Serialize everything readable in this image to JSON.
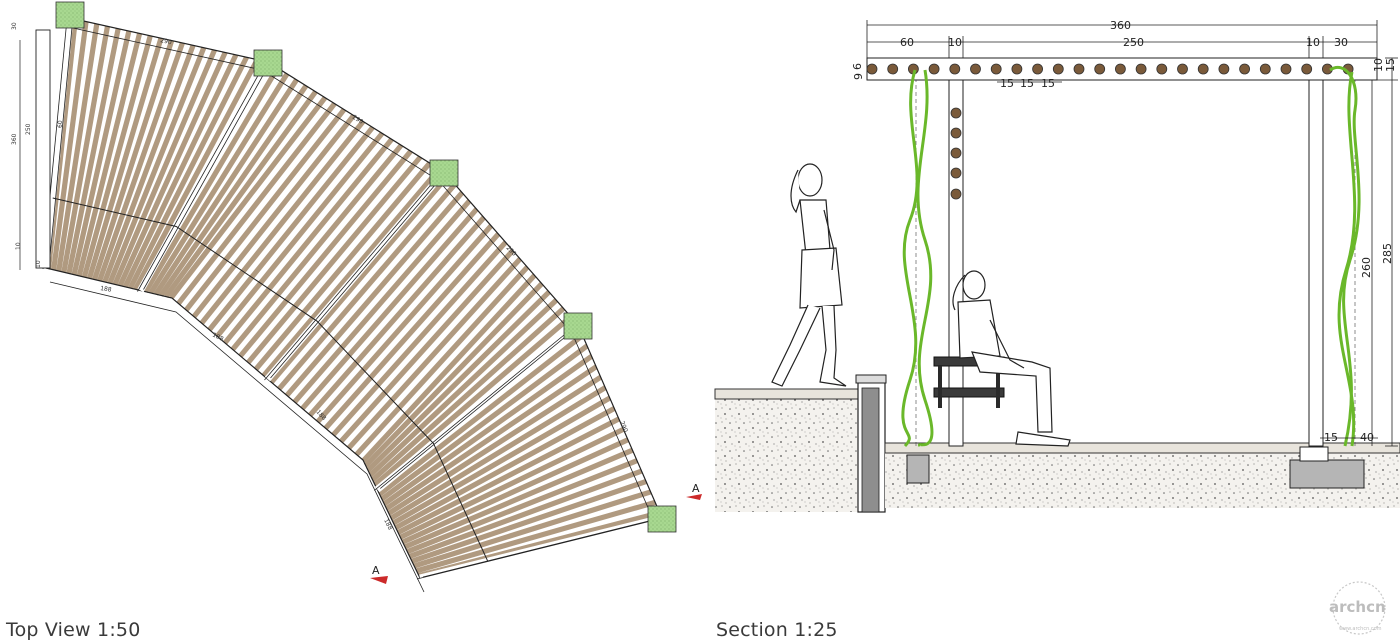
{
  "captions": {
    "top_view": "Top View 1:50",
    "section": "Section 1:25"
  },
  "plan": {
    "section_marker": "A",
    "arc_dims": [
      "290",
      "290",
      "290",
      "290"
    ],
    "inner_dims": [
      "188",
      "188",
      "188",
      "188"
    ],
    "side_dims": [
      "360",
      "250",
      "60",
      "10",
      "10",
      "30"
    ]
  },
  "section": {
    "dims": {
      "overall_width": "360",
      "span": "250",
      "left_overhang": "60",
      "left_post": "10",
      "right_post": "10",
      "right_overhang": "30",
      "beam_h1": "6",
      "beam_h2": "9",
      "beam_right_a": "10",
      "beam_right_b": "15",
      "spacing": [
        "15",
        "15",
        "15"
      ],
      "total_height": "285",
      "clear_height": "260",
      "footing_a": "15",
      "footing_b": "40"
    }
  },
  "watermark": {
    "text": "archcn",
    "url": "www.archcn.com"
  },
  "colors": {
    "slat": "#b09a80",
    "vine": "#6ab82a",
    "post_cap": "#9fd48a",
    "ground": "#e8e4dc",
    "marker": "#cc2a2a"
  }
}
